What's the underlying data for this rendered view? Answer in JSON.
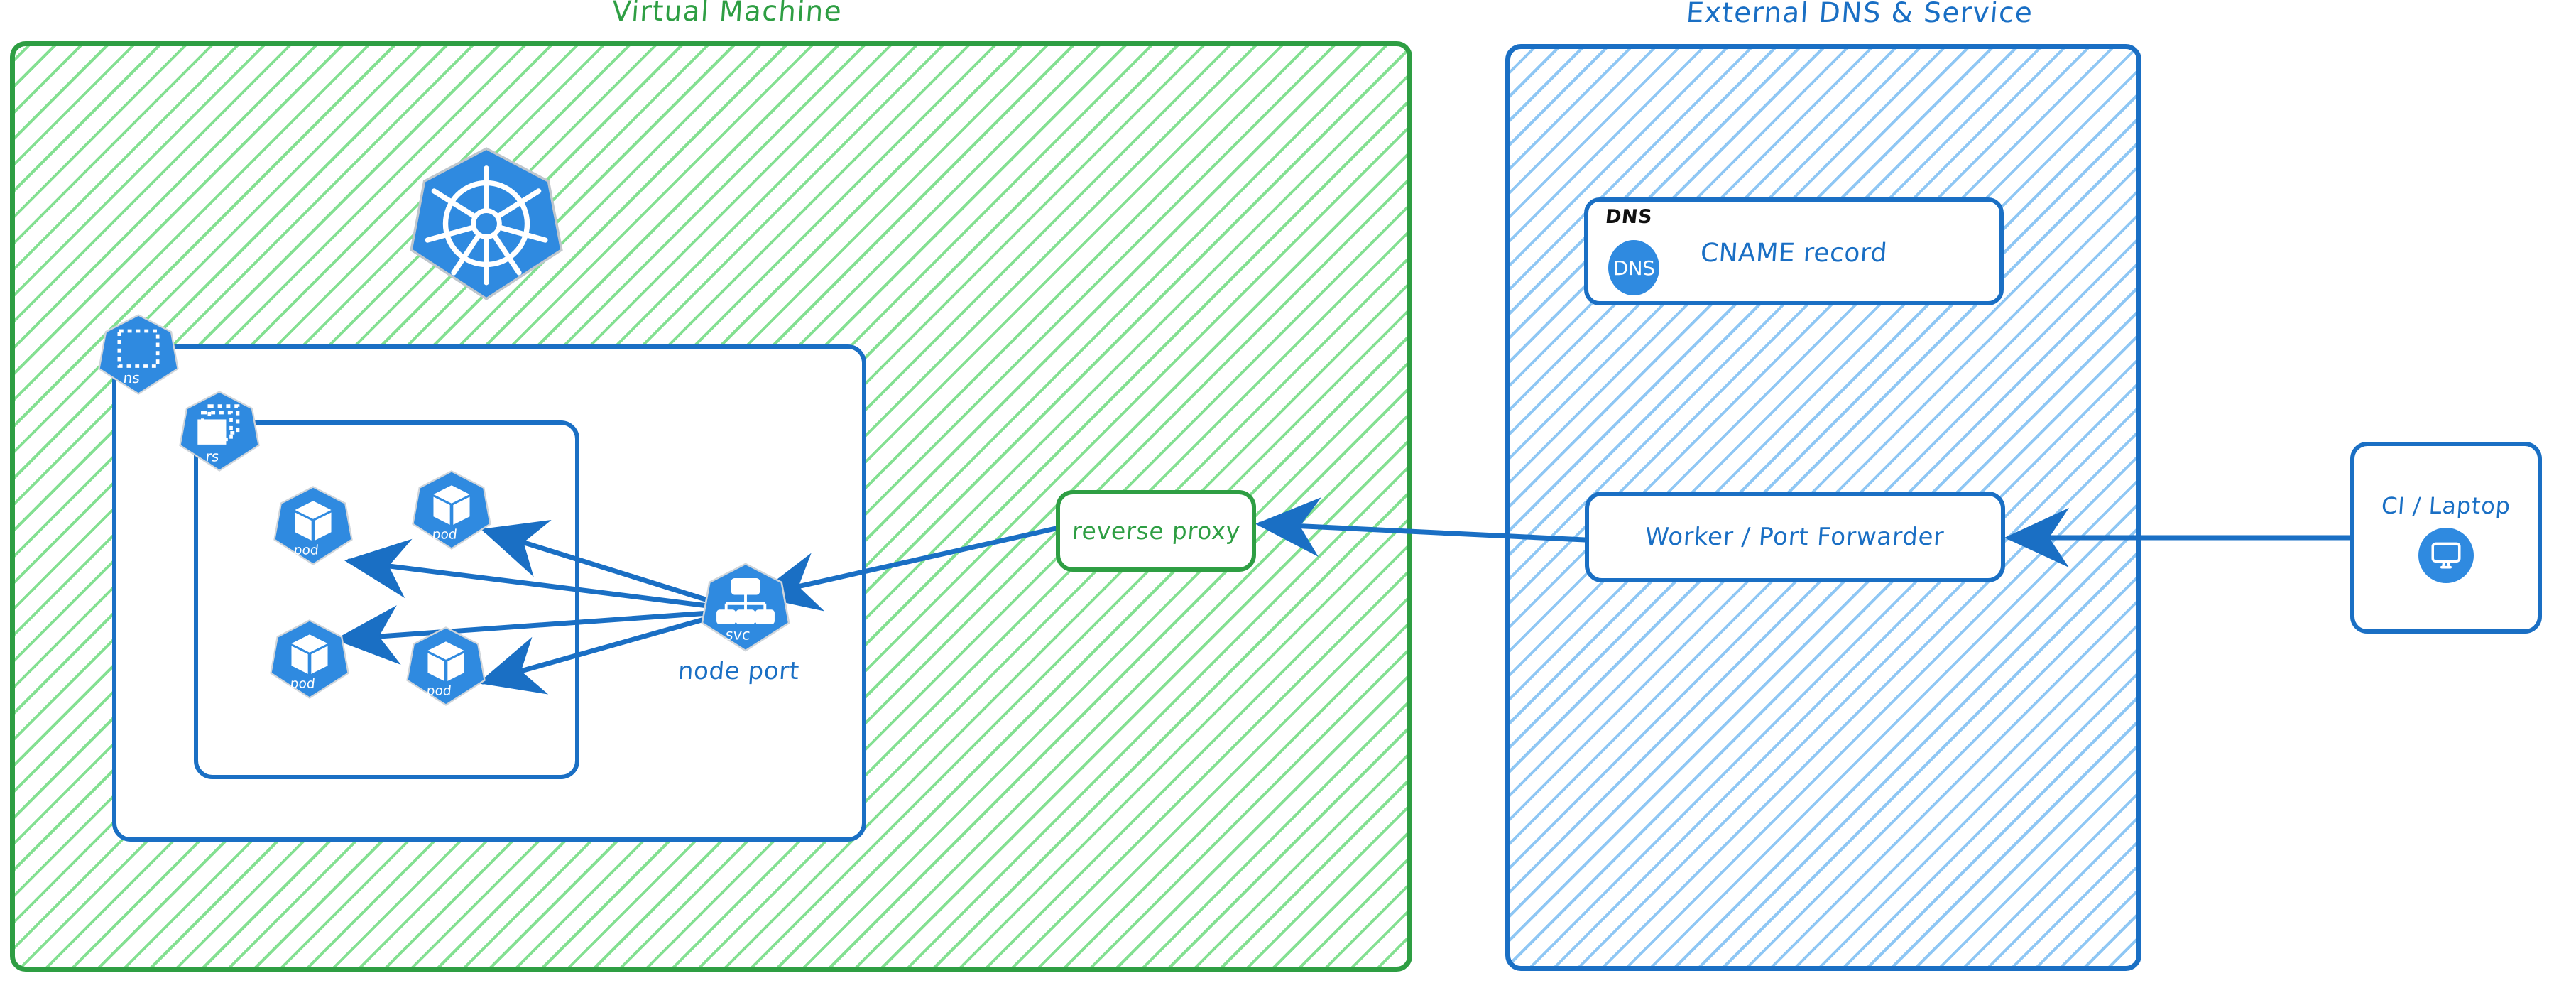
{
  "diagram": {
    "title_hidden": "Kubernetes NodePort exposed through reverse proxy, external DNS and port forwarder",
    "panels": [
      {
        "id": "vm",
        "label": "Virtual Machine",
        "color": "#2e9e43",
        "hatch": "#7dde8c"
      },
      {
        "id": "dns",
        "label": "External DNS & Service",
        "color": "#1a6fc4",
        "hatch": "#89c4f4"
      }
    ],
    "colors": {
      "green_stroke": "#2e9e43",
      "green_hatch": "#7dde8c",
      "blue_stroke": "#1a6fc4",
      "blue_hatch": "#89c4f4",
      "k8s_blue": "#2f8ae0",
      "arrow_blue": "#1a6fc4",
      "black_text": "#111111",
      "white": "#ffffff"
    }
  },
  "vm": {
    "title": "Virtual Machine",
    "k8s_logo": {
      "name": "kubernetes-logo",
      "caption": ""
    },
    "namespace": {
      "badge_label": "ns",
      "icon": "namespace-icon"
    },
    "replicaset": {
      "badge_label": "rs",
      "icon": "replicaset-icon"
    },
    "pods": [
      {
        "label": "pod",
        "icon": "pod-cube-icon"
      },
      {
        "label": "pod",
        "icon": "pod-cube-icon"
      },
      {
        "label": "pod",
        "icon": "pod-cube-icon"
      },
      {
        "label": "pod",
        "icon": "pod-cube-icon"
      }
    ],
    "service": {
      "badge_label": "svc",
      "icon": "service-hierarchy-icon",
      "caption": "node port"
    },
    "reverse_proxy": {
      "label": "reverse proxy"
    }
  },
  "external": {
    "title": "External DNS & Service",
    "dns_card": {
      "tag": "DNS",
      "badge_text": "DNS",
      "label": "CNAME record",
      "icon": "dns-circle-icon"
    },
    "worker": {
      "label": "Worker / Port Forwarder"
    }
  },
  "client": {
    "box": {
      "label": "CI / Laptop",
      "icon": "desktop-monitor-icon"
    }
  },
  "edges": [
    {
      "from": "svc",
      "to": "pod-1",
      "arrow": "to"
    },
    {
      "from": "svc",
      "to": "pod-2",
      "arrow": "to"
    },
    {
      "from": "svc",
      "to": "pod-3",
      "arrow": "to"
    },
    {
      "from": "svc",
      "to": "pod-4",
      "arrow": "to"
    },
    {
      "from": "worker",
      "to": "reverse-proxy",
      "arrow": "to"
    },
    {
      "from": "reverse-proxy",
      "to": "svc",
      "arrow": "to"
    },
    {
      "from": "ci-laptop",
      "to": "worker",
      "arrow": "to"
    }
  ]
}
